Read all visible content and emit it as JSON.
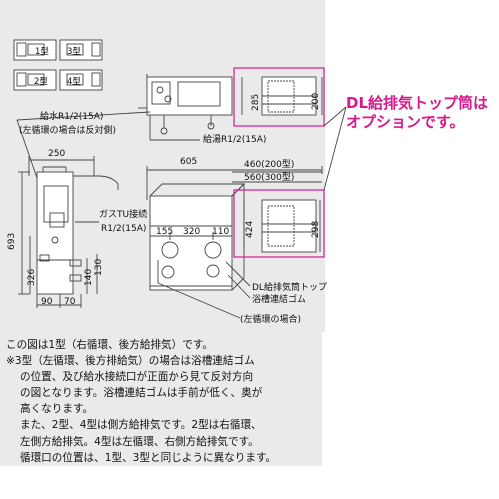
{
  "colors": {
    "background": "#eaeaea",
    "line": "#444444",
    "accent": "#d6198c"
  },
  "models": {
    "type1": "1型",
    "type2": "2型",
    "type3": "3型",
    "type4": "4型"
  },
  "labels": {
    "water_supply": "給水R1/2(15A)",
    "water_supply_note": "(左循環の場合は反対側)",
    "hot_water": "給湯R1/2(15A)",
    "gas": "ガスTU接続",
    "gas_size": "R1/2(15A)",
    "dl_top": "DL給排気筒トップ",
    "bath_rubber": "浴槽連結ゴム",
    "left_circulation": "(左循環の場合)"
  },
  "dimensions": {
    "d250": "250",
    "d605": "605",
    "d460": "460(200型)",
    "d560": "560(300型)",
    "d285": "285",
    "d200": "200",
    "d155": "155",
    "d320": "320",
    "d110": "110",
    "d424": "424",
    "d298": "298",
    "d693": "693",
    "d326": "326",
    "d140": "140",
    "d130": "130",
    "d90": "90",
    "d70": "70"
  },
  "note": {
    "line1": "DL給排気トップ筒は",
    "line2": "オプションです。"
  },
  "caption": {
    "line1": "この図は1型（右循環、後方給排気）です。",
    "line2": "※3型（左循環、後方排給気）の場合は浴槽連結ゴム",
    "line3": "の位置、及び給水接続口が正面から見て反対方向",
    "line4": "の図となります。浴槽連結ゴムは手前が低く、奥が",
    "line5": "高くなります。",
    "line6": "また、2型、4型は側方給排気です。2型は右循環、",
    "line7": "左側方給排気。4型は左循環、右側方給排気です。",
    "line8": "循環口の位置は、1型、3型と同じように異なります。"
  }
}
